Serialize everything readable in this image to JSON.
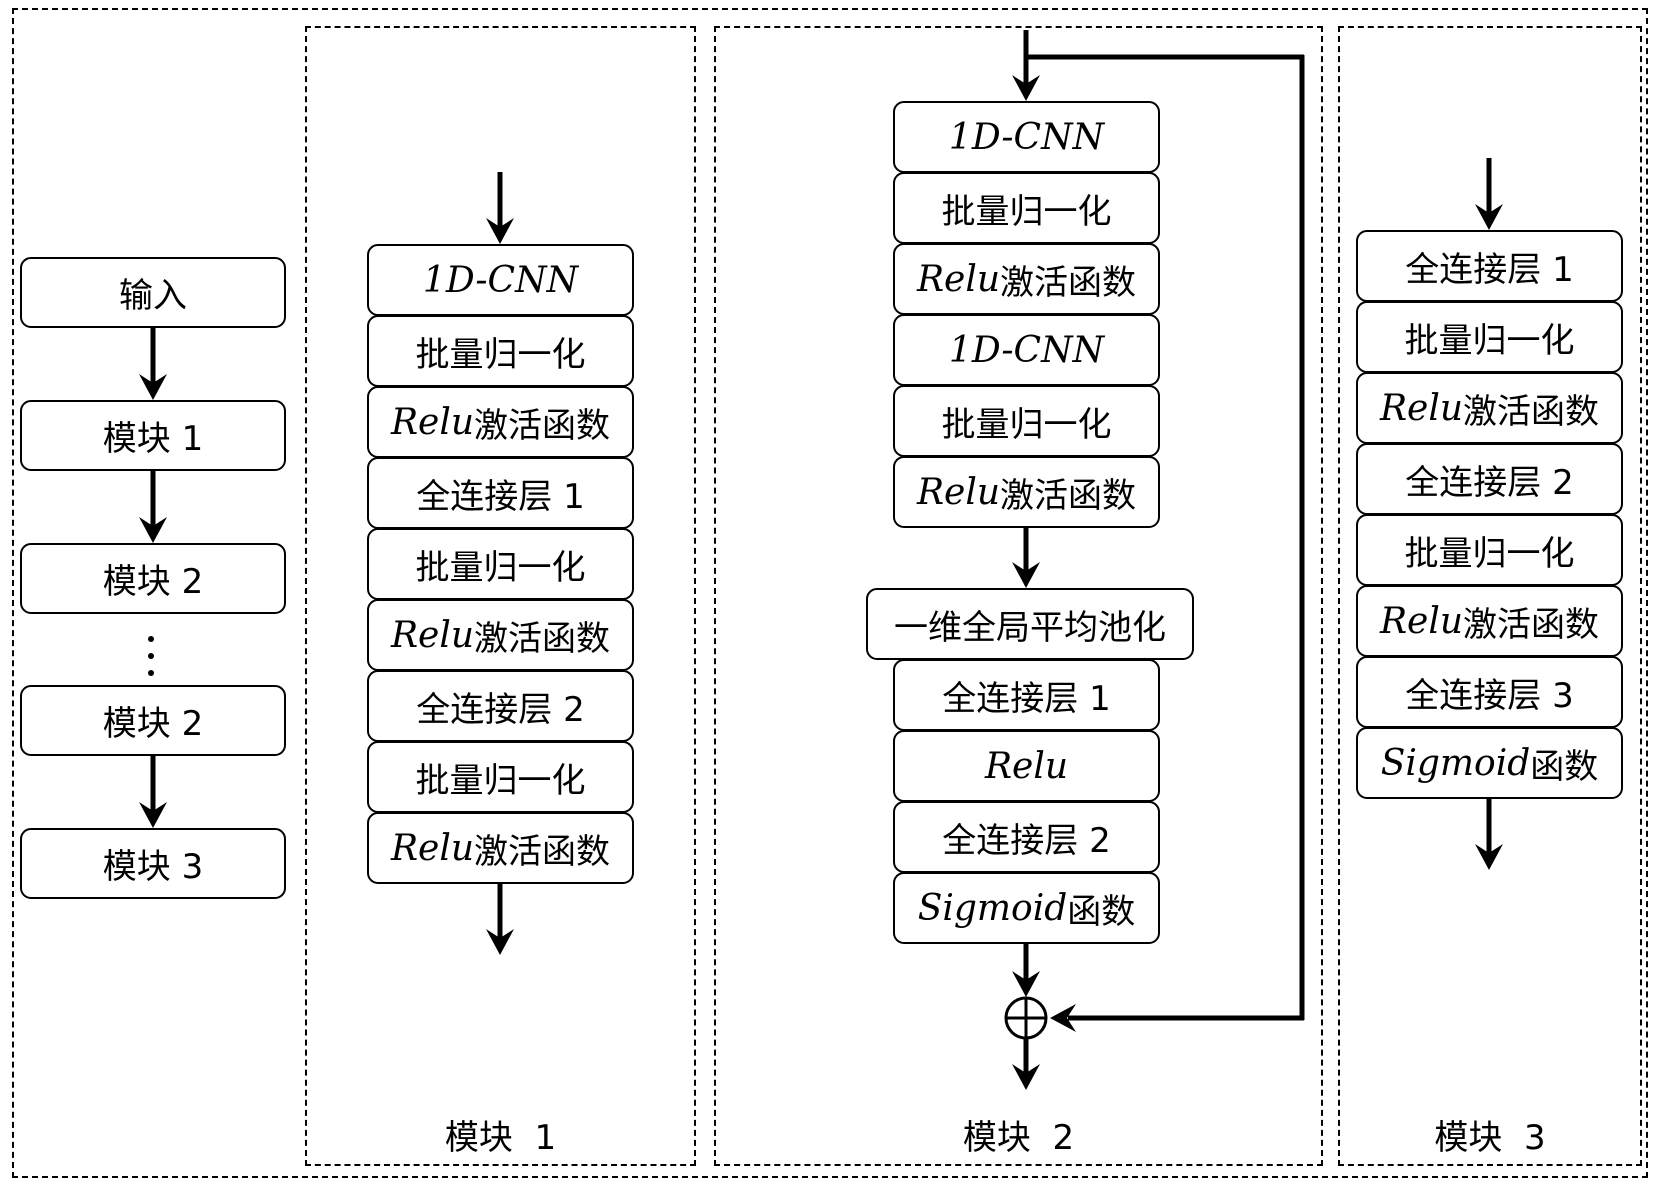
{
  "overview": {
    "items": [
      {
        "label": "输入"
      },
      {
        "label": "模块 1"
      },
      {
        "label": "模块 2"
      },
      {
        "label": "模块 2"
      },
      {
        "label": "模块 3"
      }
    ],
    "ellipsis": "⋮"
  },
  "module1": {
    "title": "模块  1",
    "layers": [
      {
        "math": "1D-CNN",
        "text": ""
      },
      {
        "math": "",
        "text": "批量归一化"
      },
      {
        "math": "Relu",
        "text": "激活函数"
      },
      {
        "math": "",
        "text": "全连接层 1"
      },
      {
        "math": "",
        "text": "批量归一化"
      },
      {
        "math": "Relu",
        "text": "激活函数"
      },
      {
        "math": "",
        "text": "全连接层 2"
      },
      {
        "math": "",
        "text": "批量归一化"
      },
      {
        "math": "Relu",
        "text": "激活函数"
      }
    ]
  },
  "module2": {
    "title": "模块  2",
    "conv_layers": [
      {
        "math": "1D-CNN",
        "text": ""
      },
      {
        "math": "",
        "text": "批量归一化"
      },
      {
        "math": "Relu",
        "text": "激活函数"
      },
      {
        "math": "1D-CNN",
        "text": ""
      },
      {
        "math": "",
        "text": "批量归一化"
      },
      {
        "math": "Relu",
        "text": "激活函数"
      }
    ],
    "pooling": {
      "math": "",
      "text": "一维全局平均池化"
    },
    "attention_layers": [
      {
        "math": "",
        "text": "全连接层 1"
      },
      {
        "math": "Relu",
        "text": ""
      },
      {
        "math": "",
        "text": "全连接层 2"
      },
      {
        "math": "Sigmoid",
        "text": "函数"
      }
    ],
    "merge_symbol": "⊕"
  },
  "module3": {
    "title": "模块  3",
    "layers": [
      {
        "math": "",
        "text": "全连接层 1"
      },
      {
        "math": "",
        "text": "批量归一化"
      },
      {
        "math": "Relu",
        "text": "激活函数"
      },
      {
        "math": "",
        "text": "全连接层 2"
      },
      {
        "math": "",
        "text": "批量归一化"
      },
      {
        "math": "Relu",
        "text": "激活函数"
      },
      {
        "math": "",
        "text": "全连接层 3"
      },
      {
        "math": "Sigmoid",
        "text": "函数"
      }
    ]
  }
}
